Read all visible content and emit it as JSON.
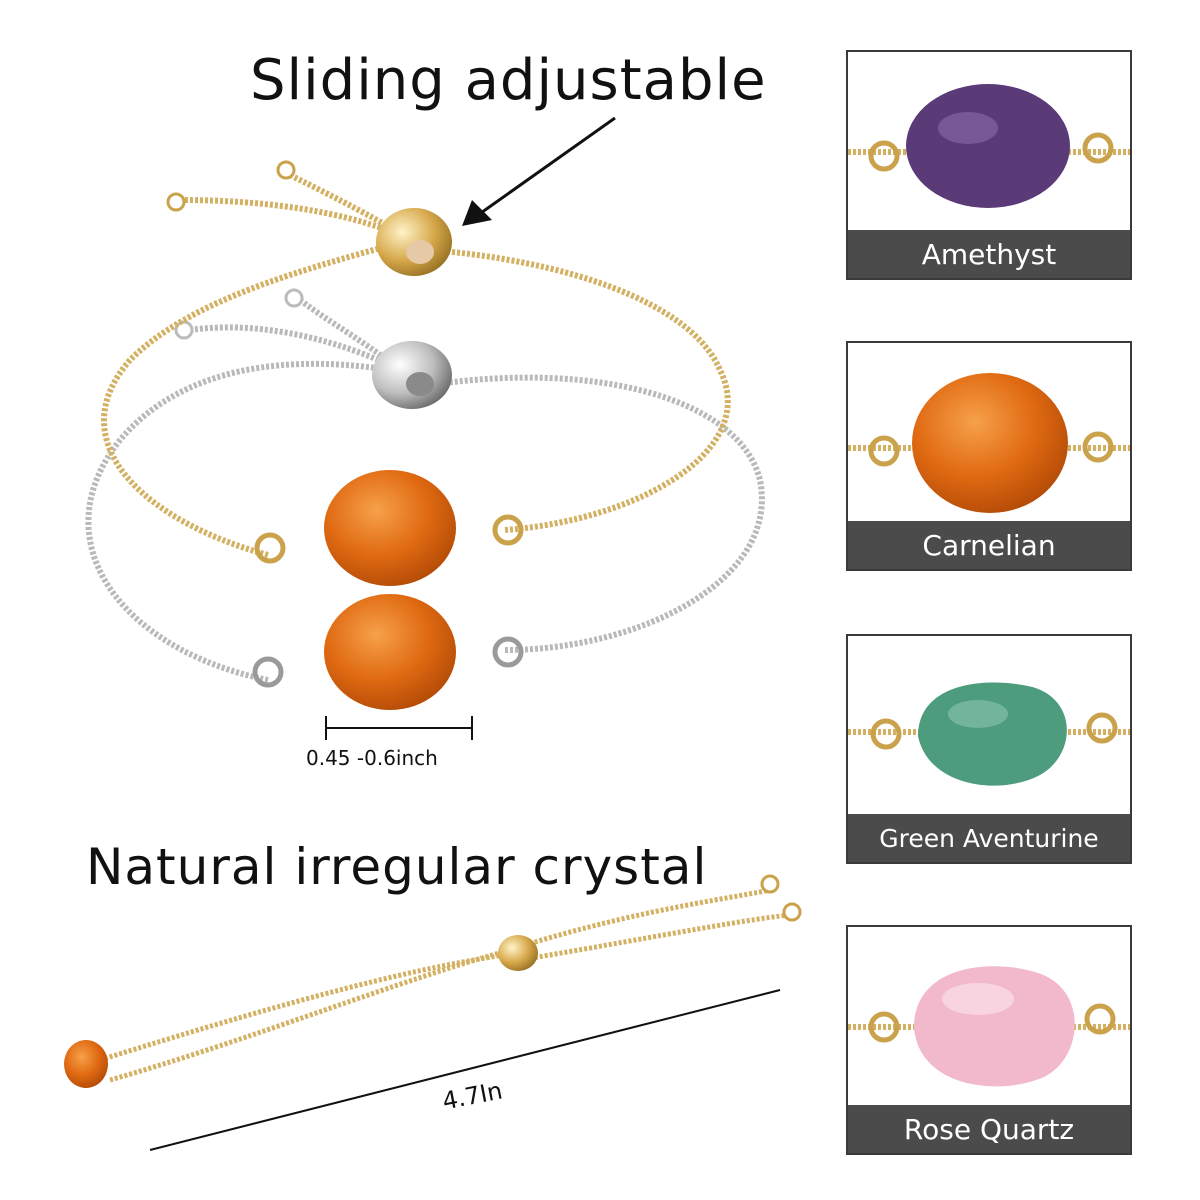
{
  "headings": {
    "sliding": "Sliding adjustable",
    "natural": "Natural irregular crystal"
  },
  "dimensions": {
    "stone_size": "0.45 -0.6inch",
    "length": "4.7In"
  },
  "stones": [
    {
      "name": "Amethyst",
      "color": "#5b3a78"
    },
    {
      "name": "Carnelian",
      "color": "#e06a12"
    },
    {
      "name": "Green Aventurine",
      "color": "#4e9c7e"
    },
    {
      "name": "Rose Quartz",
      "color": "#f2b8cc"
    }
  ],
  "colors": {
    "gold_chain": "#d4b062",
    "silver_chain": "#b9b9b9",
    "label_bg": "#4b4b4b"
  }
}
